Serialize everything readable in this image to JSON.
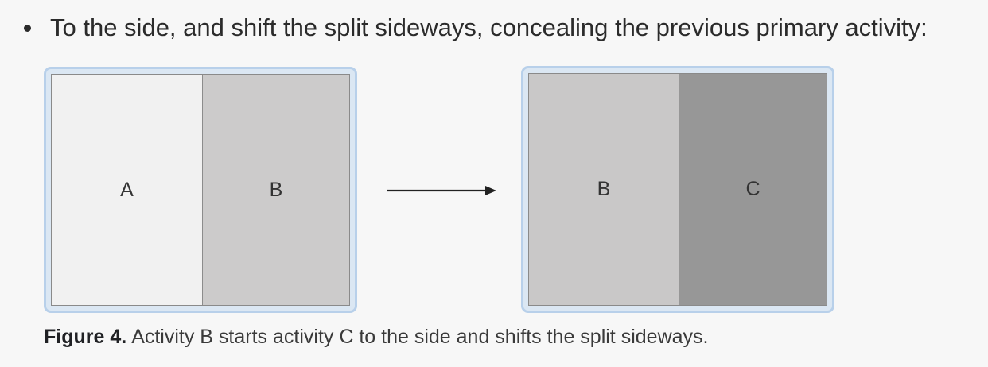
{
  "bullet": {
    "text": "To the side, and shift the split sideways, concealing the previous primary activity:"
  },
  "figure": {
    "before": {
      "left_pane": "A",
      "right_pane": "B"
    },
    "after": {
      "left_pane": "B",
      "right_pane": "C"
    },
    "caption_label": "Figure 4.",
    "caption_text": "Activity B starts activity C to the side and shifts the split sideways."
  },
  "colors": {
    "device_border": "#b8d0ea",
    "pane_a": "#f1f1f1",
    "pane_b": "#cccbcb",
    "pane_c": "#979797"
  }
}
